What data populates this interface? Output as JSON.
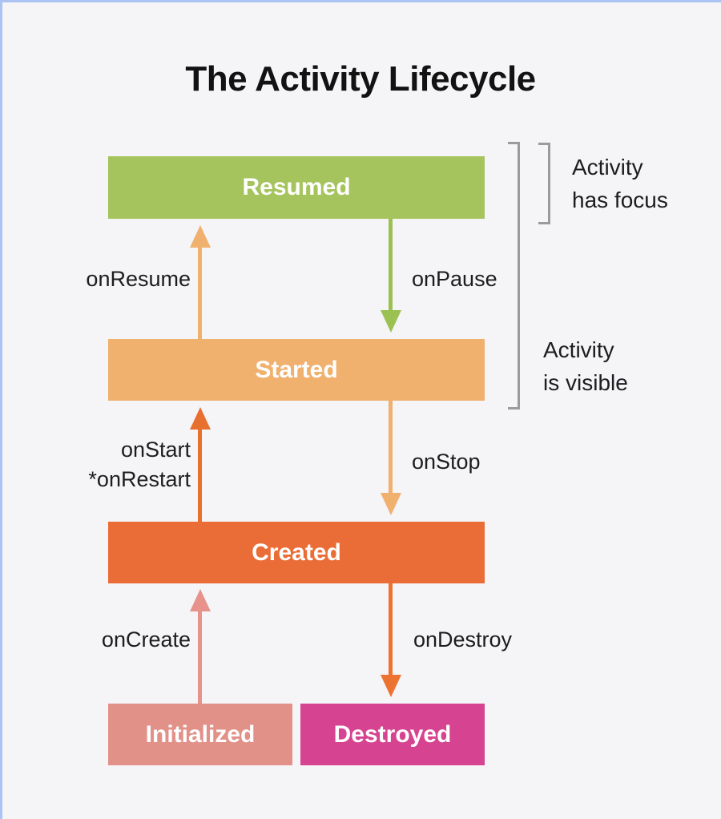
{
  "colors": {
    "background": "#f5f4f7",
    "frame": "#abc4f3",
    "text": "#1d1d1f",
    "box_text": "#ffffff",
    "bracket": "#9b9b9b",
    "resumed": "#a5c45e",
    "started": "#f0b06e",
    "created": "#ea6d37",
    "initialized": "#e29189",
    "destroyed": "#d64390",
    "arrow_onresume": "#f0b06e",
    "arrow_onpause": "#9cc153",
    "arrow_onstart": "#e8702f",
    "arrow_onstop": "#f0b06e",
    "arrow_oncreate": "#e7938b",
    "arrow_ondestroy": "#ed7332"
  },
  "title": "The Activity Lifecycle",
  "boxes": {
    "resumed": "Resumed",
    "started": "Started",
    "created": "Created",
    "initialized": "Initialized",
    "destroyed": "Destroyed"
  },
  "transitions": {
    "onresume": "onResume",
    "onpause": "onPause",
    "onstart": "onStart",
    "onrestart": "*onRestart",
    "onstop": "onStop",
    "oncreate": "onCreate",
    "ondestroy": "onDestroy"
  },
  "annotations": {
    "focus": {
      "line1": "Activity",
      "line2": "has focus"
    },
    "visible": {
      "line1": "Activity",
      "line2": "is visible"
    }
  }
}
